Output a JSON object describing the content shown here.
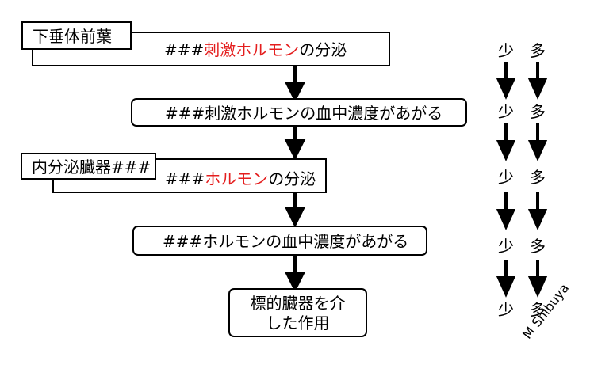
{
  "pituitary": {
    "label": "下垂体前葉",
    "secretion_prefix": "###",
    "secretion_highlight": "刺激ホルモン",
    "secretion_suffix": "の分泌"
  },
  "stim_blood": {
    "text": "###刺激ホルモンの血中濃度があがる"
  },
  "endocrine": {
    "label": "内分泌臓器###",
    "secretion_prefix": "###",
    "secretion_highlight": "ホルモン",
    "secretion_suffix": "の分泌"
  },
  "hormone_blood": {
    "text": "###ホルモンの血中濃度があがる"
  },
  "target": {
    "line1": "標的臓器を介",
    "line2": "した作用"
  },
  "columns": {
    "rows": [
      {
        "left": "少",
        "right": "多"
      },
      {
        "left": "少",
        "right": "多"
      },
      {
        "left": "少",
        "right": "多"
      },
      {
        "left": "少",
        "right": "多"
      },
      {
        "left": "少",
        "right": "多"
      }
    ]
  },
  "signature": "M Shibuya",
  "colors": {
    "highlight": "#e41e1e",
    "line": "#000000"
  }
}
